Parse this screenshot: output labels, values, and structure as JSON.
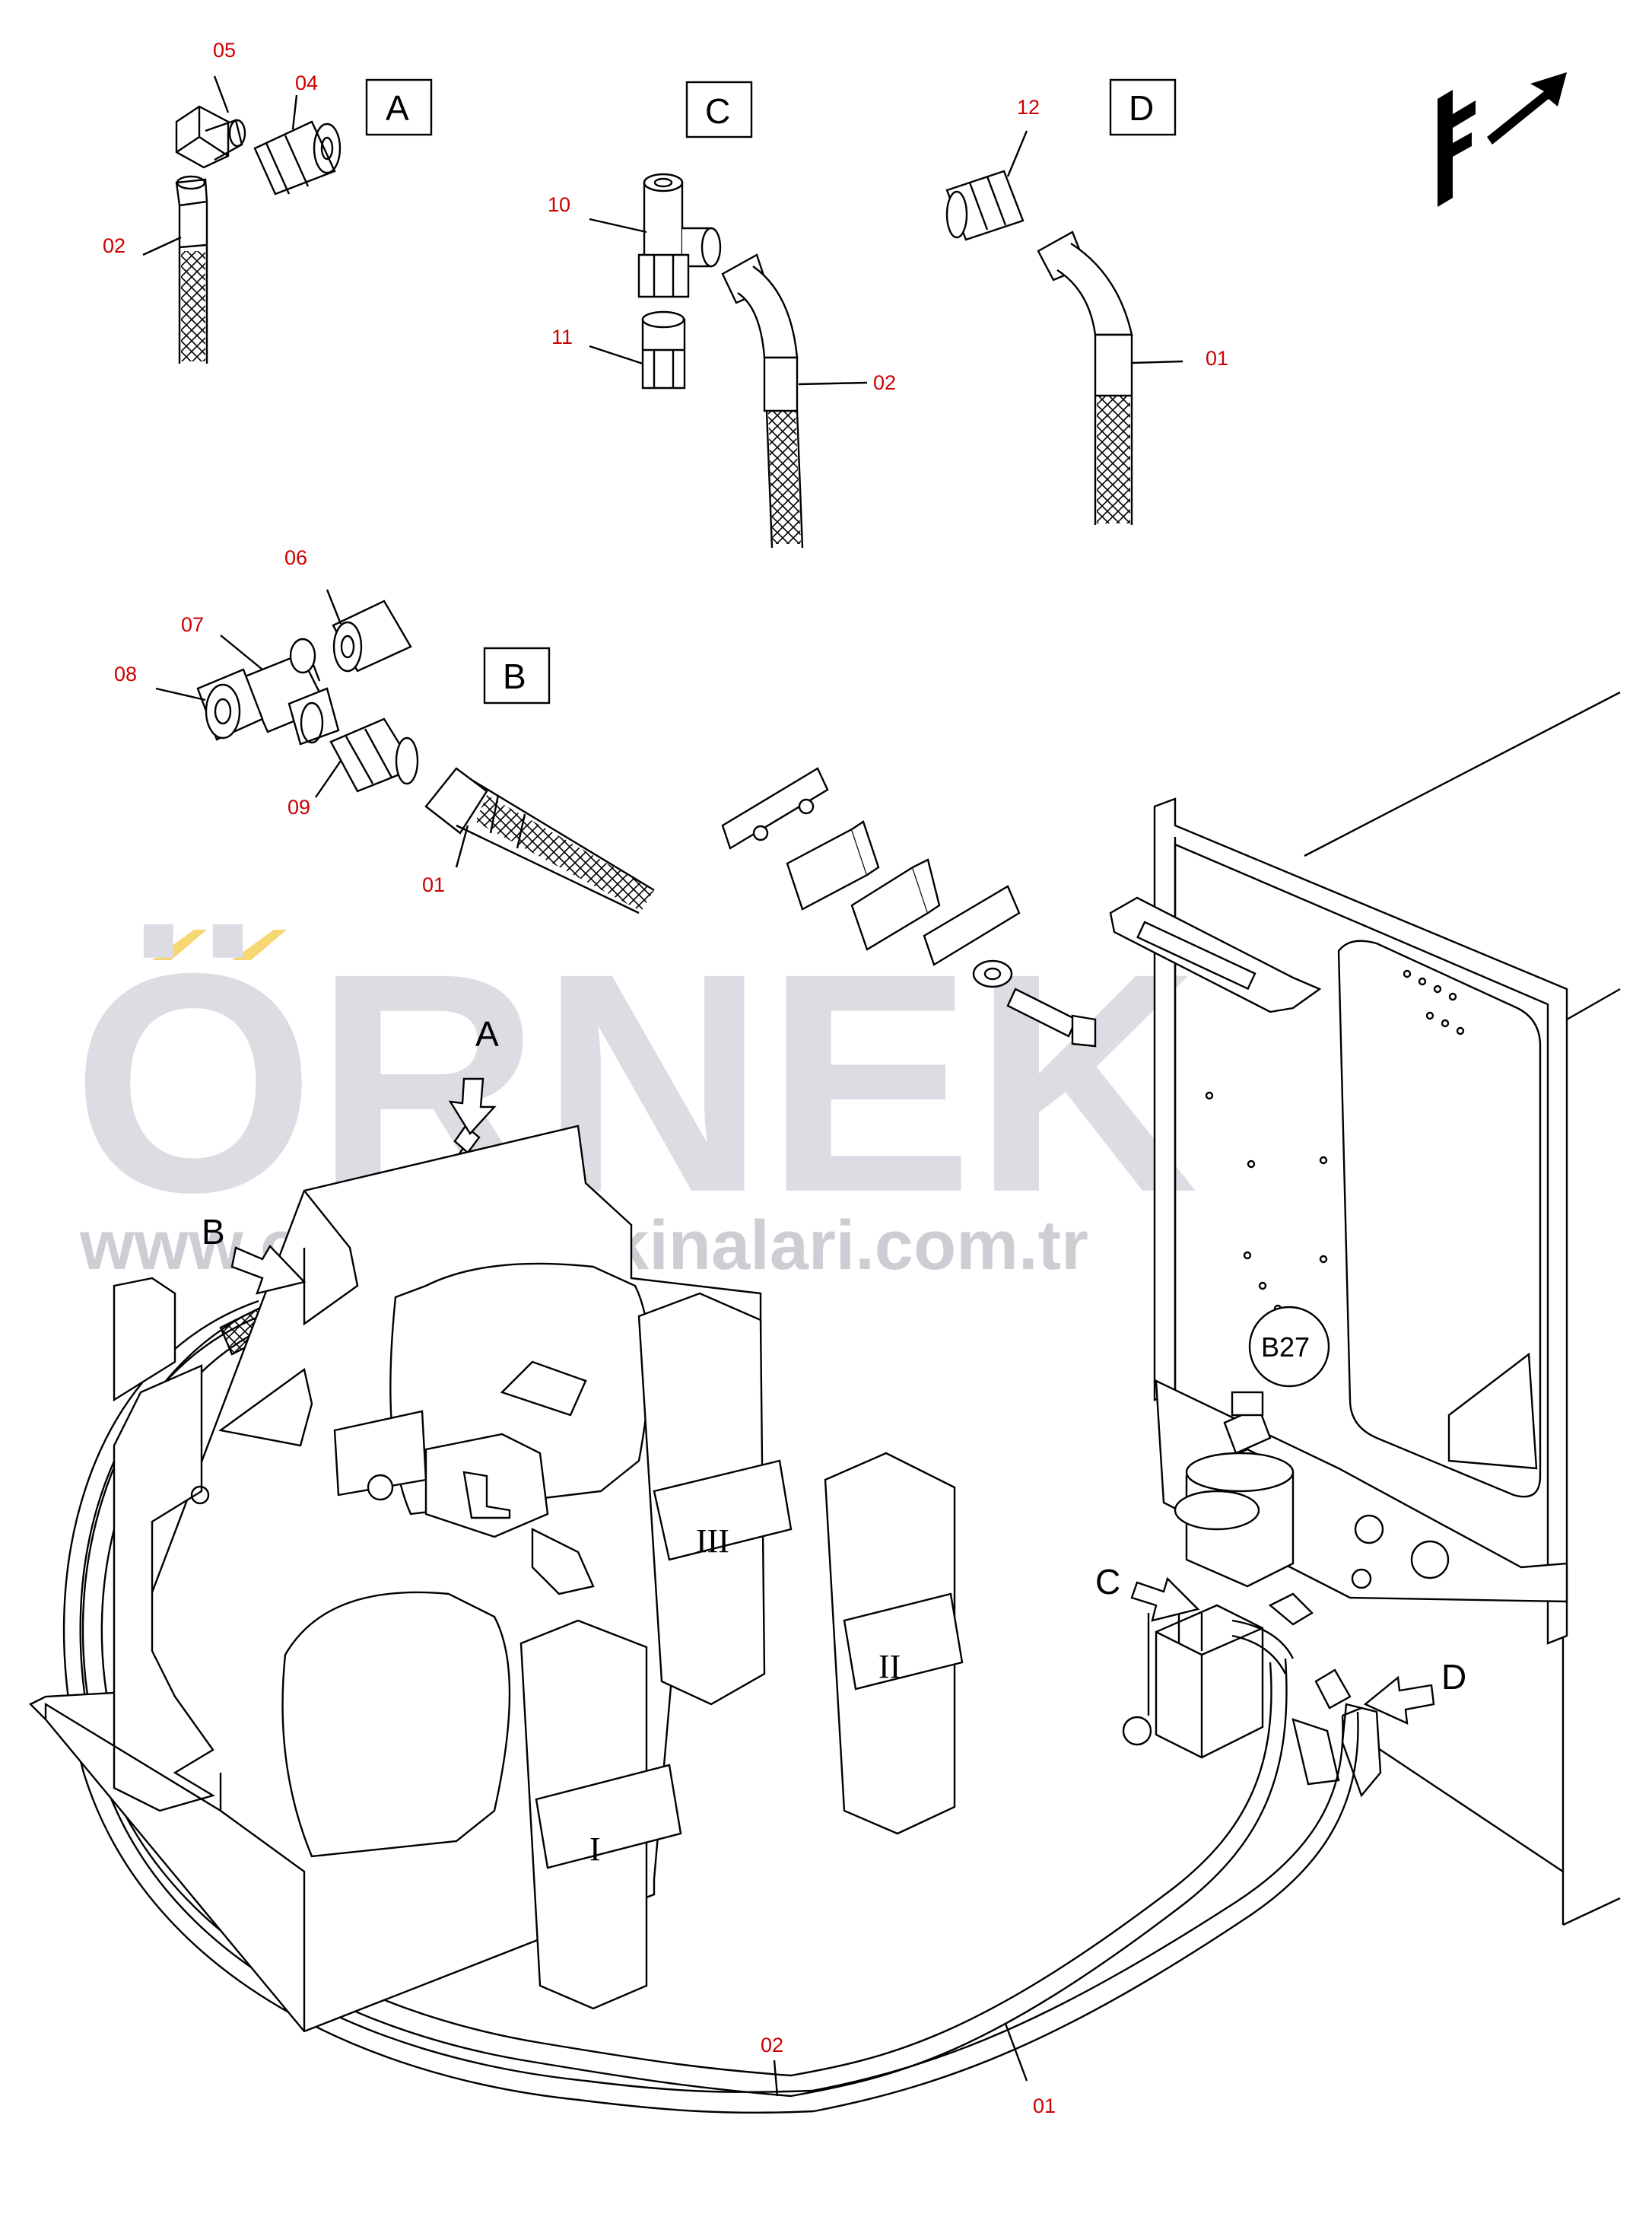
{
  "watermark": {
    "brand": "ÖRNEK",
    "url": "www.ornekismakinalari.com.tr"
  },
  "orientation_mark": {
    "label": "F"
  },
  "detail_boxes": {
    "a": "A",
    "b": "B",
    "c": "C",
    "d": "D"
  },
  "detail_callouts": {
    "a": "A",
    "b": "B",
    "c": "C",
    "d": "D"
  },
  "component_label": "B27",
  "roman_labels": {
    "one": "I",
    "two": "II",
    "three": "III"
  },
  "part_numbers": {
    "p01_detail_d": "01",
    "p01_detail_b": "01",
    "p01_main": "01",
    "p02_detail_a": "02",
    "p02_detail_c": "02",
    "p02_main": "02",
    "p04": "04",
    "p05": "05",
    "p06": "06",
    "p07": "07",
    "p08": "08",
    "p09": "09",
    "p10": "10",
    "p11": "11",
    "p12": "12"
  },
  "colors": {
    "part_number": "#cc0000",
    "line": "#000000",
    "watermark": "#dcdde3",
    "watermark_accent": "#f7d774"
  }
}
